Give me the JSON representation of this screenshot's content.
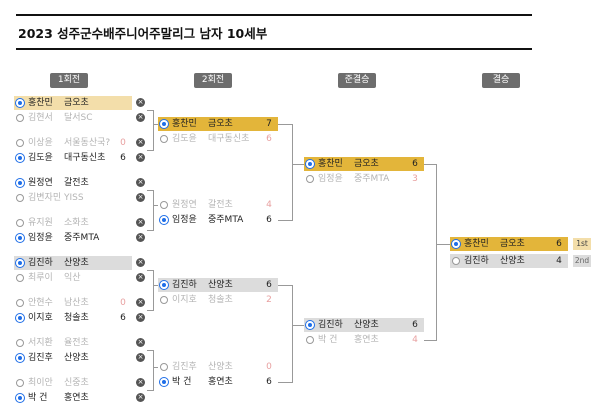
{
  "title": "2023 성주군수배주니어주말리그 남자 10세부",
  "rounds": [
    "1회전",
    "2회전",
    "준결승",
    "결승"
  ],
  "close_glyph": "×",
  "round1": [
    {
      "name": "홍찬민",
      "team": "금오초",
      "score": "",
      "sel": true
    },
    {
      "name": "김현서",
      "team": "달서SC",
      "score": "",
      "sel": false
    },
    {
      "name": "이상윤",
      "team": "서울동산국?",
      "score": "0",
      "sel": false
    },
    {
      "name": "김도윤",
      "team": "대구동신초",
      "score": "6",
      "sel": true
    },
    {
      "name": "원정연",
      "team": "갈전초",
      "score": "",
      "sel": true
    },
    {
      "name": "김변자민",
      "team": "YISS",
      "score": "",
      "sel": false
    },
    {
      "name": "유지원",
      "team": "소화초",
      "score": "",
      "sel": false
    },
    {
      "name": "임정윤",
      "team": "중주MTA",
      "score": "",
      "sel": true
    },
    {
      "name": "김진하",
      "team": "산양초",
      "score": "",
      "sel": true
    },
    {
      "name": "최루이",
      "team": "익산",
      "score": "",
      "sel": false
    },
    {
      "name": "안현수",
      "team": "남산초",
      "score": "0",
      "sel": false
    },
    {
      "name": "이지호",
      "team": "청솔초",
      "score": "6",
      "sel": true
    },
    {
      "name": "서지환",
      "team": "율전초",
      "score": "",
      "sel": false
    },
    {
      "name": "김진후",
      "team": "산양초",
      "score": "",
      "sel": true
    },
    {
      "name": "최이안",
      "team": "신중초",
      "score": "",
      "sel": false
    },
    {
      "name": "박 건",
      "team": "홍연초",
      "score": "",
      "sel": true
    }
  ],
  "round2": [
    {
      "name": "홍찬민",
      "team": "금오초",
      "score": "7",
      "sel": true
    },
    {
      "name": "김도윤",
      "team": "대구동신초",
      "score": "6",
      "sel": false
    },
    {
      "name": "원정연",
      "team": "갈전초",
      "score": "4",
      "sel": false
    },
    {
      "name": "임정윤",
      "team": "중주MTA",
      "score": "6",
      "sel": true
    },
    {
      "name": "김진하",
      "team": "산양초",
      "score": "6",
      "sel": true
    },
    {
      "name": "이지호",
      "team": "청솔초",
      "score": "2",
      "sel": false
    },
    {
      "name": "김진후",
      "team": "산양초",
      "score": "0",
      "sel": false
    },
    {
      "name": "박 건",
      "team": "홍연초",
      "score": "6",
      "sel": true
    }
  ],
  "semis": [
    {
      "name": "홍찬민",
      "team": "금오초",
      "score": "6",
      "sel": true
    },
    {
      "name": "임정윤",
      "team": "중주MTA",
      "score": "3",
      "sel": false
    },
    {
      "name": "김진하",
      "team": "산양초",
      "score": "6",
      "sel": true
    },
    {
      "name": "박 건",
      "team": "홍연초",
      "score": "4",
      "sel": false
    }
  ],
  "final": [
    {
      "name": "홍찬민",
      "team": "금오초",
      "score": "6",
      "sel": true
    },
    {
      "name": "김진하",
      "team": "산양초",
      "score": "4",
      "sel": false
    }
  ],
  "places": {
    "first": "1st",
    "second": "2nd"
  },
  "colors": {
    "gold": "#e3b53a",
    "gold_light": "#f3deaa",
    "gray": "#dcdcdc",
    "radio": "#1e6ee8"
  }
}
